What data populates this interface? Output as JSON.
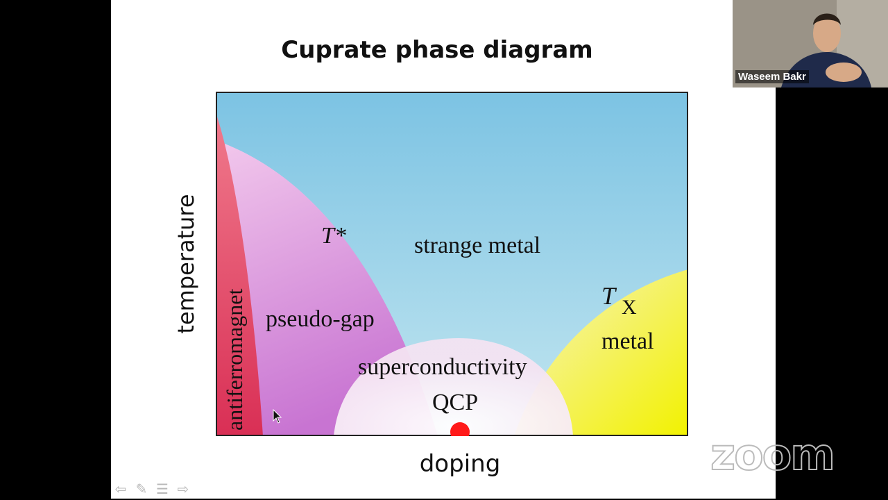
{
  "slide": {
    "title": "Cuprate phase diagram",
    "y_axis_label": "temperature",
    "x_axis_label": "doping",
    "regions": {
      "antiferromagnet": "antiferromagnet",
      "t_star": "T*",
      "strange_metal": "strange metal",
      "pseudo_gap": "pseudo-gap",
      "tx_t": "T",
      "tx_sub": "X",
      "metal": "metal",
      "superconductivity": "superconductivity",
      "qcp": "QCP"
    },
    "colors": {
      "sky": "#87c8e6",
      "antiferromagnet": "#e8506e",
      "pseudo_gap": "#e9a6e0",
      "superconductivity": "#f6eef5",
      "metal": "#f3f36a",
      "qcp_dot": "#ff1a1a"
    }
  },
  "navigation": {
    "prev_icon": "arrow-left-icon",
    "pen_icon": "pen-icon",
    "menu_icon": "menu-icon",
    "next_icon": "arrow-right-icon"
  },
  "video": {
    "participant_name": "Waseem Bakr"
  },
  "branding": {
    "logo_text": "zoom"
  }
}
